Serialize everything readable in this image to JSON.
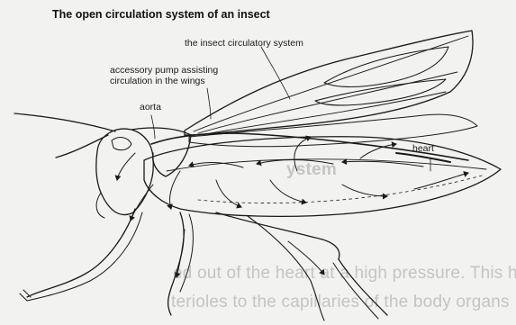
{
  "figure": {
    "title": "The open circulation system of an insect",
    "labels": {
      "circulatory_system": "the insect circulatory system",
      "accessory_pump_line1": "accessory pump assisting",
      "accessory_pump_line2": "circulation in the wings",
      "aorta": "aorta",
      "heart": "heart"
    }
  },
  "background_text": {
    "line1": "ystem",
    "line2": "ed out of the heart at a high pressure. This h",
    "line3": "terioles to the capillaries of the body organs"
  },
  "colors": {
    "ink": "#1a1a1a",
    "paper": "#f2f2f0",
    "ghost_text": "#c4c4c4"
  }
}
